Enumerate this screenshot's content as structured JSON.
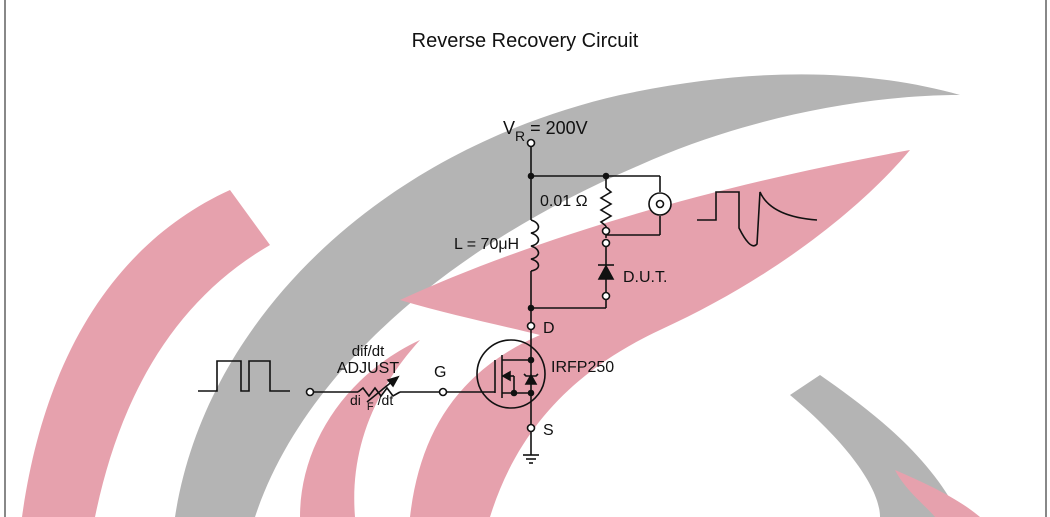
{
  "title": "Reverse Recovery Circuit",
  "supply": {
    "symbol": "V",
    "subscript": "R",
    "value": "= 200V"
  },
  "resistor_label": "0.01 Ω",
  "inductor_label": "L = 70μH",
  "dut_label": "D.U.T.",
  "drain_label": "D",
  "gate_label": "G",
  "source_label": "S",
  "transistor_label": "IRFP250",
  "adjust": {
    "line1": "dif/dt",
    "line2": "ADJUST",
    "di": "di",
    "sub": "F",
    "dt": "/dt"
  },
  "colors": {
    "watermark_red": "#e6a1ad",
    "watermark_gray": "#b4b4b4",
    "line": "#111111"
  }
}
